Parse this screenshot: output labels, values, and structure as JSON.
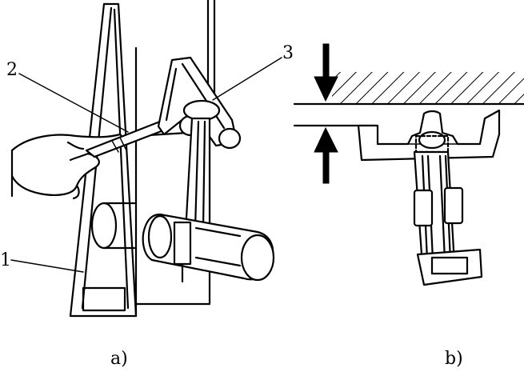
{
  "figure": {
    "panel_a": {
      "caption": "a)",
      "callouts": [
        {
          "number": "1",
          "part": "stand-frame"
        },
        {
          "number": "2",
          "part": "feeler-gauge"
        },
        {
          "number": "3",
          "part": "connecting-rod"
        }
      ]
    },
    "panel_b": {
      "caption": "b)"
    }
  },
  "colors": {
    "ink": "#000000",
    "paper": "#ffffff"
  }
}
